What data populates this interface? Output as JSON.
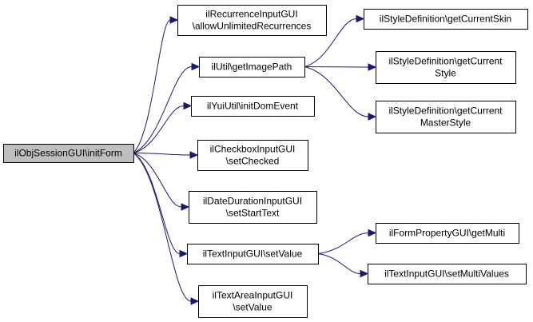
{
  "colors": {
    "edge": "#191970",
    "root_fill": "#bfbfbf",
    "node_fill": "#ffffff",
    "border": "#000000"
  },
  "nodes": [
    {
      "id": "root",
      "lines": [
        "ilObjSessionGUI\\initForm"
      ],
      "highlighted": true
    },
    {
      "id": "recurrence",
      "lines": [
        "ilRecurrenceInputGUI",
        "\\allowUnlimitedRecurrences"
      ]
    },
    {
      "id": "getimagepath",
      "lines": [
        "ilUtil\\getImagePath"
      ]
    },
    {
      "id": "initdomevent",
      "lines": [
        "ilYuiUtil\\initDomEvent"
      ]
    },
    {
      "id": "setchecked",
      "lines": [
        "ilCheckboxInputGUI",
        "\\setChecked"
      ]
    },
    {
      "id": "setstarttext",
      "lines": [
        "ilDateDurationInputGUI",
        "\\setStartText"
      ]
    },
    {
      "id": "setvalue",
      "lines": [
        "ilTextInputGUI\\setValue"
      ]
    },
    {
      "id": "textarea",
      "lines": [
        "ilTextAreaInputGUI",
        "\\setValue"
      ]
    },
    {
      "id": "skin",
      "lines": [
        "ilStyleDefinition\\getCurrentSkin"
      ]
    },
    {
      "id": "style",
      "lines": [
        "ilStyleDefinition\\getCurrent",
        "Style"
      ]
    },
    {
      "id": "master",
      "lines": [
        "ilStyleDefinition\\getCurrent",
        "MasterStyle"
      ]
    },
    {
      "id": "getmulti",
      "lines": [
        "ilFormPropertyGUI\\getMulti"
      ]
    },
    {
      "id": "setmulti",
      "lines": [
        "ilTextInputGUI\\setMultiValues"
      ]
    }
  ],
  "edges": [
    {
      "from": "root",
      "to": "recurrence"
    },
    {
      "from": "root",
      "to": "getimagepath"
    },
    {
      "from": "root",
      "to": "initdomevent"
    },
    {
      "from": "root",
      "to": "setchecked"
    },
    {
      "from": "root",
      "to": "setstarttext"
    },
    {
      "from": "root",
      "to": "setvalue"
    },
    {
      "from": "root",
      "to": "textarea"
    },
    {
      "from": "getimagepath",
      "to": "skin"
    },
    {
      "from": "getimagepath",
      "to": "style"
    },
    {
      "from": "getimagepath",
      "to": "master"
    },
    {
      "from": "setvalue",
      "to": "getmulti"
    },
    {
      "from": "setvalue",
      "to": "setmulti"
    }
  ]
}
